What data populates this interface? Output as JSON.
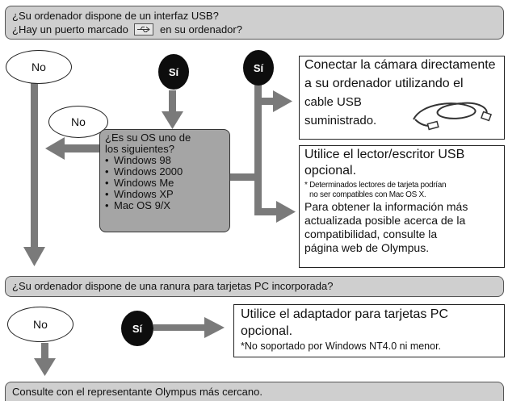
{
  "q1": {
    "line1": "¿Su ordenador dispone de un interfaz USB?",
    "line2_before": "¿Hay un puerto marcado",
    "line2_after": "en su ordenador?",
    "icon": "usb-port-icon"
  },
  "labels": {
    "no": "No",
    "si": "Sí"
  },
  "os_question": {
    "title_line1": "¿Es su OS uno de",
    "title_line2": "los siguientes?",
    "items": [
      "Windows 98",
      "Windows 2000",
      "Windows Me",
      "Windows XP",
      "Mac OS 9/X"
    ]
  },
  "usb_direct": {
    "line1": "Conectar la cámara directamente",
    "line2": "a su ordenador utilizando el",
    "line3": "cable USB",
    "line4": "suministrado.",
    "icon": "usb-cable-icon"
  },
  "usb_reader": {
    "line1": "Utilice el lector/escritor USB",
    "line2": "opcional.",
    "note1": "* Determinados lectores de tarjeta podrían",
    "note2": "no ser compatibles con Mac OS X.",
    "info1": "Para obtener la información más",
    "info2": "actualizada posible acerca de la",
    "info3": "compatibilidad, consulte la",
    "info4": "página web de Olympus."
  },
  "q2": {
    "text": "¿Su ordenador dispone de una ranura para tarjetas PC incorporada?"
  },
  "pc_adapter": {
    "line1": "Utilice el adaptador para tarjetas PC",
    "line2": "opcional.",
    "note": "*No soportado por Windows NT4.0 ni menor."
  },
  "final": {
    "text": "Consulte con el representante Olympus más cercano."
  },
  "colors": {
    "bar": "#cfcfcf",
    "os_box": "#a5a5a5",
    "arrow": "#7a7a7a",
    "circle": "#0d0d0d"
  }
}
